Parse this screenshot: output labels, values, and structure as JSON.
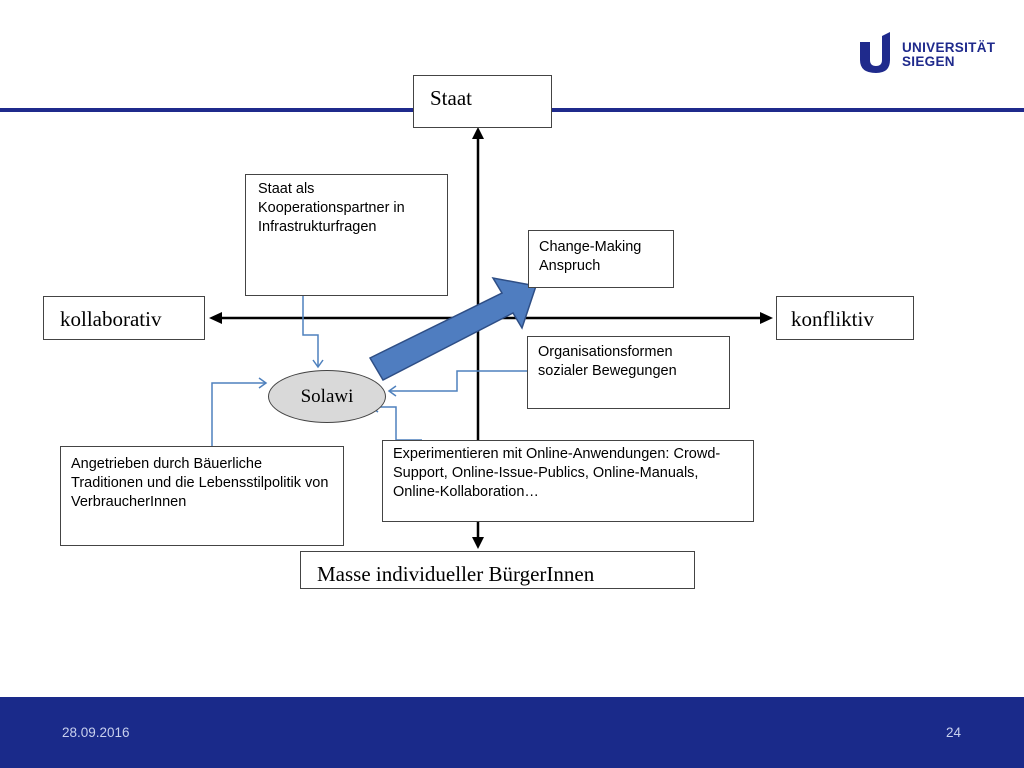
{
  "logo": {
    "line1": "UNIVERSITÄT",
    "line2": "SIEGEN"
  },
  "axes": {
    "top": "Staat",
    "left": "kollaborativ",
    "right": "konfliktiv",
    "bottom": "Masse individueller BürgerInnen"
  },
  "center": "Solawi",
  "boxes": {
    "kooperation": "Staat als Kooperationspartner in Infrastrukturfragen",
    "change": "Change-Making Anspruch",
    "orga": "Organisationsformen sozialer Bewegungen",
    "angetrieben": "Angetrieben durch Bäuerliche Traditionen und die Lebensstilpolitik von VerbraucherInnen",
    "experiment": "Experimentieren mit Online-Anwendungen: Crowd-Support, Online-Issue-Publics, Online-Manuals, Online-Kollaboration…"
  },
  "footer": {
    "date": "28.09.2016",
    "page": "24"
  },
  "colors": {
    "brand": "#1a2a8a",
    "connector": "#4f81bd",
    "big_arrow": "#4f7dc0"
  }
}
